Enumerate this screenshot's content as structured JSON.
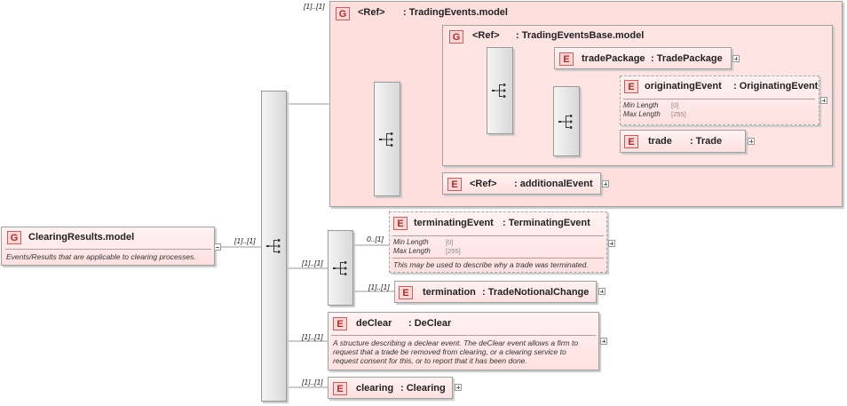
{
  "root": {
    "badge": "G",
    "title": "ClearingResults.model",
    "description": "Events/Results that are applicable to clearing processes."
  },
  "multiplicity_label": "[1]..[1]",
  "multiplicity_optional": "0..[1]",
  "trading_events_ref": {
    "badge": "G",
    "ref": "<Ref>",
    "name": ": TradingEvents.model"
  },
  "trading_events_base_ref": {
    "badge": "G",
    "ref": "<Ref>",
    "name": ": TradingEventsBase.model"
  },
  "trade_package": {
    "badge": "E",
    "name": "tradePackage",
    "type": ": TradePackage"
  },
  "originating_event": {
    "badge": "E",
    "name": "originatingEvent",
    "type": ": OriginatingEvent",
    "facets": [
      {
        "label": "Min Length",
        "value": "[0]"
      },
      {
        "label": "Max Length",
        "value": "[255]"
      }
    ]
  },
  "trade": {
    "badge": "E",
    "name": "trade",
    "type": ": Trade"
  },
  "additional_event": {
    "badge": "E",
    "ref": "<Ref>",
    "name": ": additionalEvent"
  },
  "terminating_event": {
    "badge": "E",
    "name": "terminatingEvent",
    "type": ": TerminatingEvent",
    "facets": [
      {
        "label": "Min Length",
        "value": "[0]"
      },
      {
        "label": "Max Length",
        "value": "[255]"
      }
    ],
    "description": "This may be used to describe why a trade was terminated."
  },
  "termination": {
    "badge": "E",
    "name": "termination",
    "type": ": TradeNotionalChange"
  },
  "de_clear": {
    "badge": "E",
    "name": "deClear",
    "type": ": DeClear",
    "description_lines": [
      "A structure describing a declear event. The deClear event allows a firm to",
      "request that a trade be removed from clearing, or a clearing service to",
      "request consent for this, or to report that it has been done."
    ]
  },
  "clearing": {
    "badge": "E",
    "name": "clearing",
    "type": ": Clearing"
  },
  "colors": {
    "box_fill": "#ffe0e0",
    "group_fill": "#ffdcdc",
    "badge_border": "#c06060"
  }
}
